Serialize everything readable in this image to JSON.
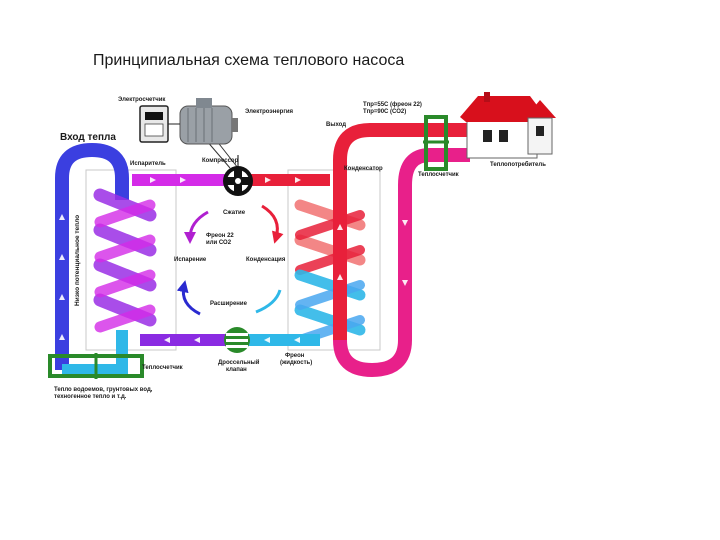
{
  "title": "Принципиальная схема теплового насоса",
  "labels": {
    "input_heat": "Вход тепла",
    "electric_meter": "Электросчетчик",
    "electric_energy": "Электроэнергия",
    "compressor": "Компрессор",
    "evaporator": "Испаритель",
    "low_potential_heat": "Низко потенциальное тепло",
    "compression": "Сжатие",
    "freon_line1": "Фреон 22",
    "freon_line2": "или СО2",
    "evaporation": "Испарение",
    "condensation": "Конденсация",
    "expansion": "Расширение",
    "throttle_line1": "Дроссельный",
    "throttle_line2": "клапан",
    "freon_liquid_line1": "Фреон",
    "freon_liquid_line2": "(жидкость)",
    "heat_meter_left": "Теплосчетчик",
    "heat_meter_right": "Теплосчетчик",
    "condenser": "Конденсатор",
    "output": "Выход",
    "temp_line1": "Тпр=55С (фреон 22)",
    "temp_line2": "Тпр=90С (СО2)",
    "heat_consumer": "Теплопотребитель",
    "source_line1": "Тепло водоемов, грунтовых вод,",
    "source_line2": "техногенное тепло и т.д."
  },
  "colors": {
    "blue": "#3b3fe0",
    "magenta": "#d42be8",
    "violet": "#8a2be2",
    "red": "#e8203a",
    "pink": "#e8208a",
    "cyan": "#2fb8e8",
    "green": "#2a8a2a",
    "roof": "#d8101c"
  }
}
